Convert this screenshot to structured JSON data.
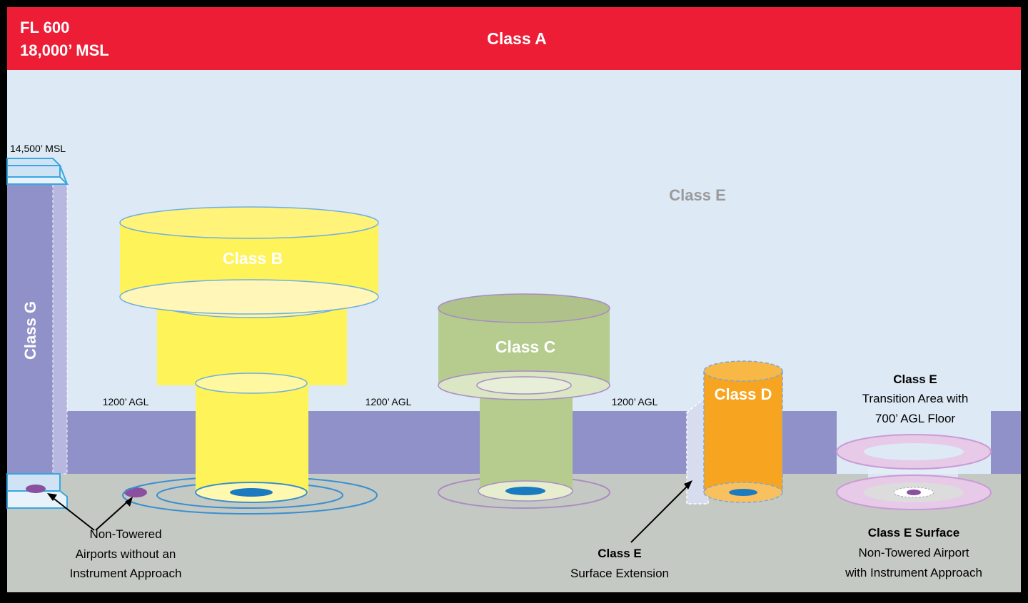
{
  "classA": {
    "label": "Class A",
    "upper": "FL 600",
    "lower": "18,000’ MSL"
  },
  "classE": {
    "label": "Class E"
  },
  "classG": {
    "label": "Class G",
    "top": "14,500’ MSL"
  },
  "classB": {
    "label": "Class B"
  },
  "classC": {
    "label": "Class C"
  },
  "classD": {
    "label": "Class D"
  },
  "agl_labels": [
    "1200’ AGL",
    "1200’ AGL",
    "1200’ AGL"
  ],
  "transition": {
    "title": "Class E",
    "line1": "Transition Area with",
    "line2": "700’ AGL Floor"
  },
  "surface": {
    "title": "Class E Surface",
    "line1": "Non-Towered Airport",
    "line2": "with Instrument Approach"
  },
  "extension": {
    "title": "Class E",
    "line1": "Surface Extension"
  },
  "nontowered": {
    "line1": "Non-Towered",
    "line2": "Airports without an",
    "line3": "Instrument Approach"
  },
  "colors": {
    "classA": "#ee1d36",
    "sky": "#dce8f4",
    "classG_band": "#9090c8",
    "ground": "#c6c9c4",
    "classB": "#fff35a",
    "classC": "#b5cc8e",
    "classD": "#f7a520",
    "label_grey": "#9a9a9a"
  }
}
